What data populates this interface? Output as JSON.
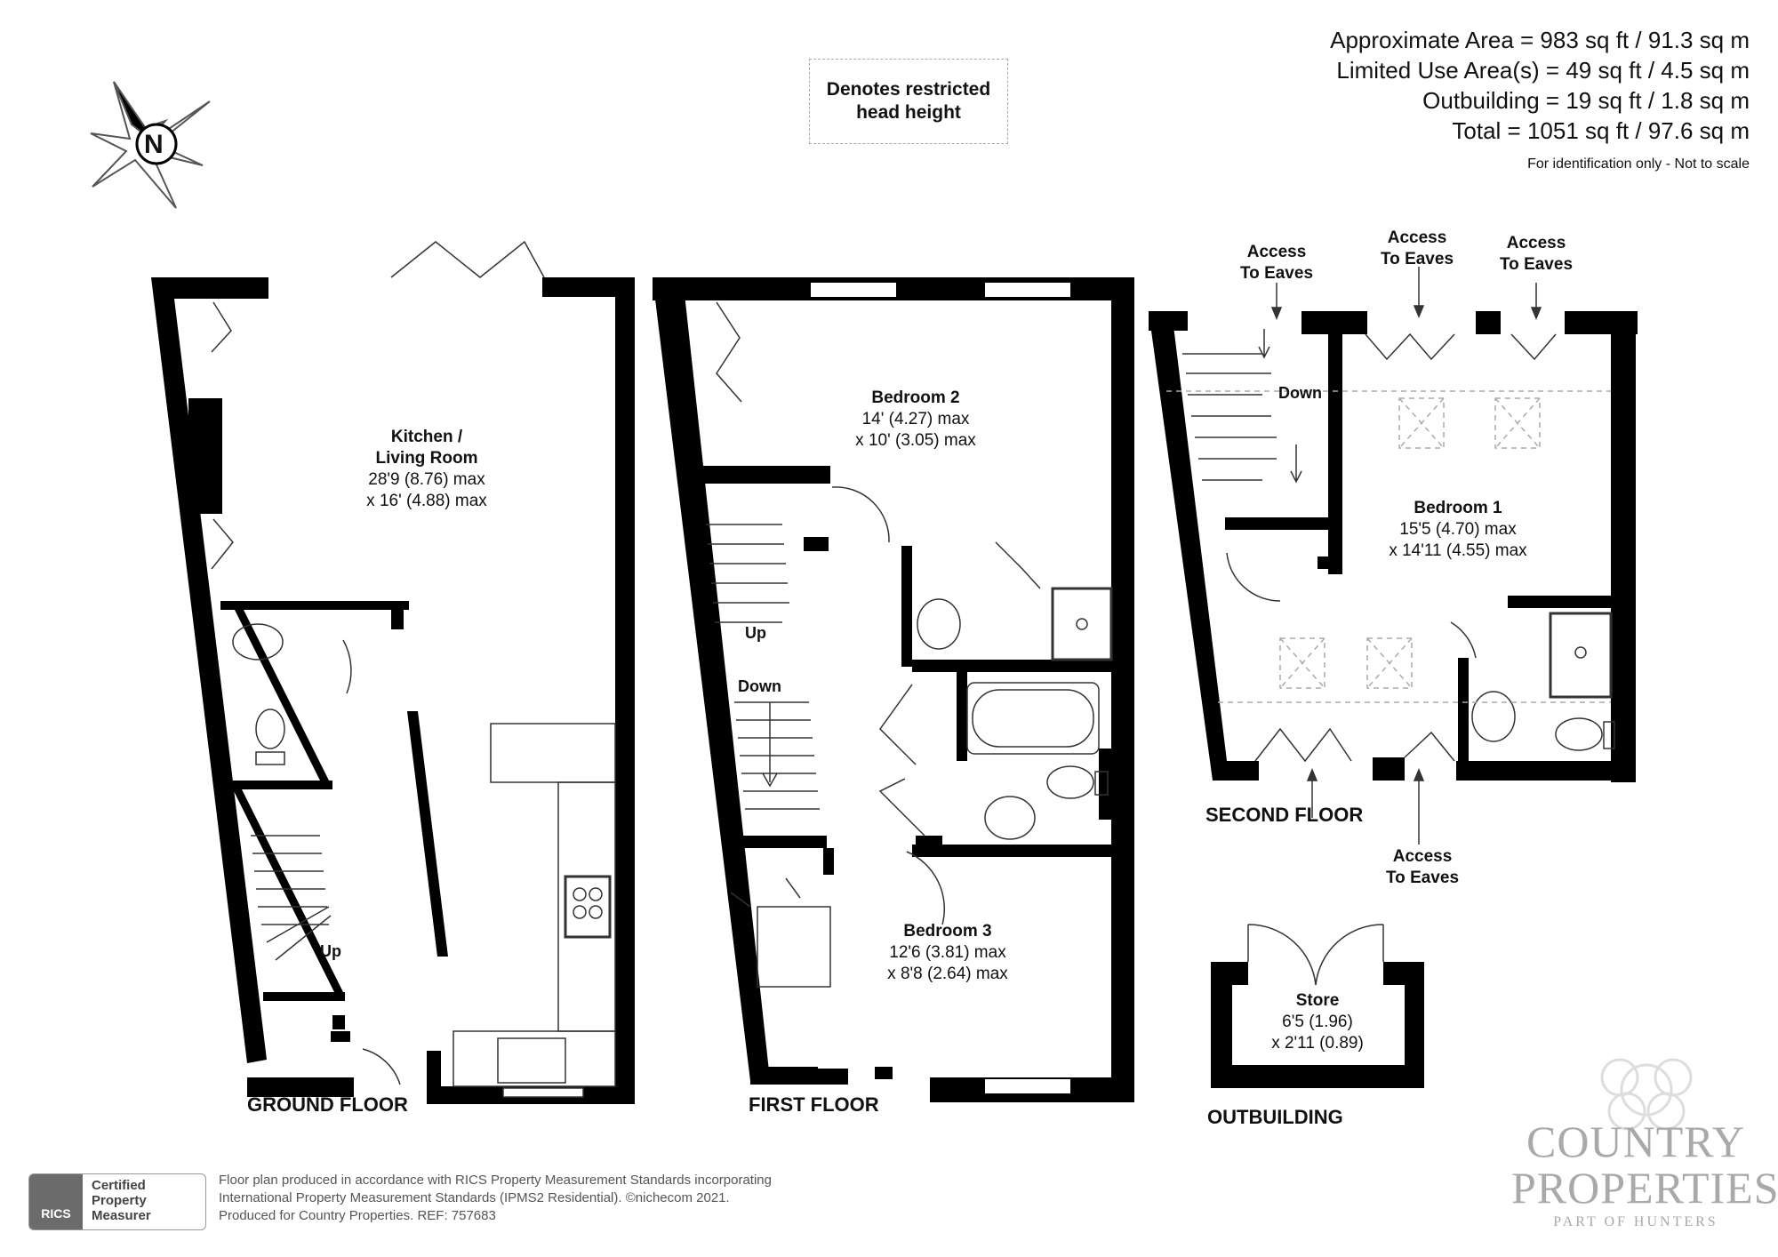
{
  "areas": {
    "line1": "Approximate Area = 983 sq ft / 91.3 sq m",
    "line2": "Limited Use Area(s) = 49 sq ft / 4.5 sq m",
    "line3": "Outbuilding = 19 sq ft / 1.8 sq m",
    "line4": "Total = 1051 sq ft / 97.6 sq m",
    "note": "For identification only - Not to scale"
  },
  "legend": {
    "line1": "Denotes restricted",
    "line2": "head height"
  },
  "compass": {
    "letter": "N",
    "icon": "compass-icon"
  },
  "floors": {
    "ground": "GROUND FLOOR",
    "first": "FIRST FLOOR",
    "second": "SECOND FLOOR",
    "outbuilding": "OUTBUILDING"
  },
  "rooms": {
    "kitchen": {
      "name": "Kitchen /",
      "name2": "Living Room",
      "dim1": "28'9 (8.76) max",
      "dim2": "x 16' (4.88) max"
    },
    "bedroom2": {
      "name": "Bedroom 2",
      "dim1": "14' (4.27) max",
      "dim2": "x 10' (3.05) max"
    },
    "bedroom3": {
      "name": "Bedroom 3",
      "dim1": "12'6 (3.81) max",
      "dim2": "x 8'8 (2.64) max"
    },
    "bedroom1": {
      "name": "Bedroom 1",
      "dim1": "15'5 (4.70) max",
      "dim2": "x 14'11 (4.55) max"
    },
    "store": {
      "name": "Store",
      "dim1": "6'5 (1.96)",
      "dim2": "x 2'11 (0.89)"
    }
  },
  "stairs": {
    "ground_up": "Up",
    "first_up": "Up",
    "first_down": "Down",
    "second_down": "Down"
  },
  "access": {
    "line1": "Access",
    "line2": "To Eaves"
  },
  "footer": {
    "line1": "Floor plan produced in accordance with RICS Property Measurement Standards incorporating",
    "line2": "International Property Measurement Standards (IPMS2 Residential).   ©nichecom 2021.",
    "line3": "Produced for Country Properties.   REF: 757683"
  },
  "rics": {
    "abbr": "RICS",
    "line1": "Certified",
    "line2": "Property",
    "line3": "Measurer"
  },
  "brand": {
    "line1": "COUNTRY",
    "line2": "PROPERTIES",
    "line3": "PART OF HUNTERS"
  },
  "colors": {
    "wall": "#000000",
    "fixture": "#222222",
    "restricted": "#aaaaaa",
    "brand": "#a9a9a9"
  }
}
